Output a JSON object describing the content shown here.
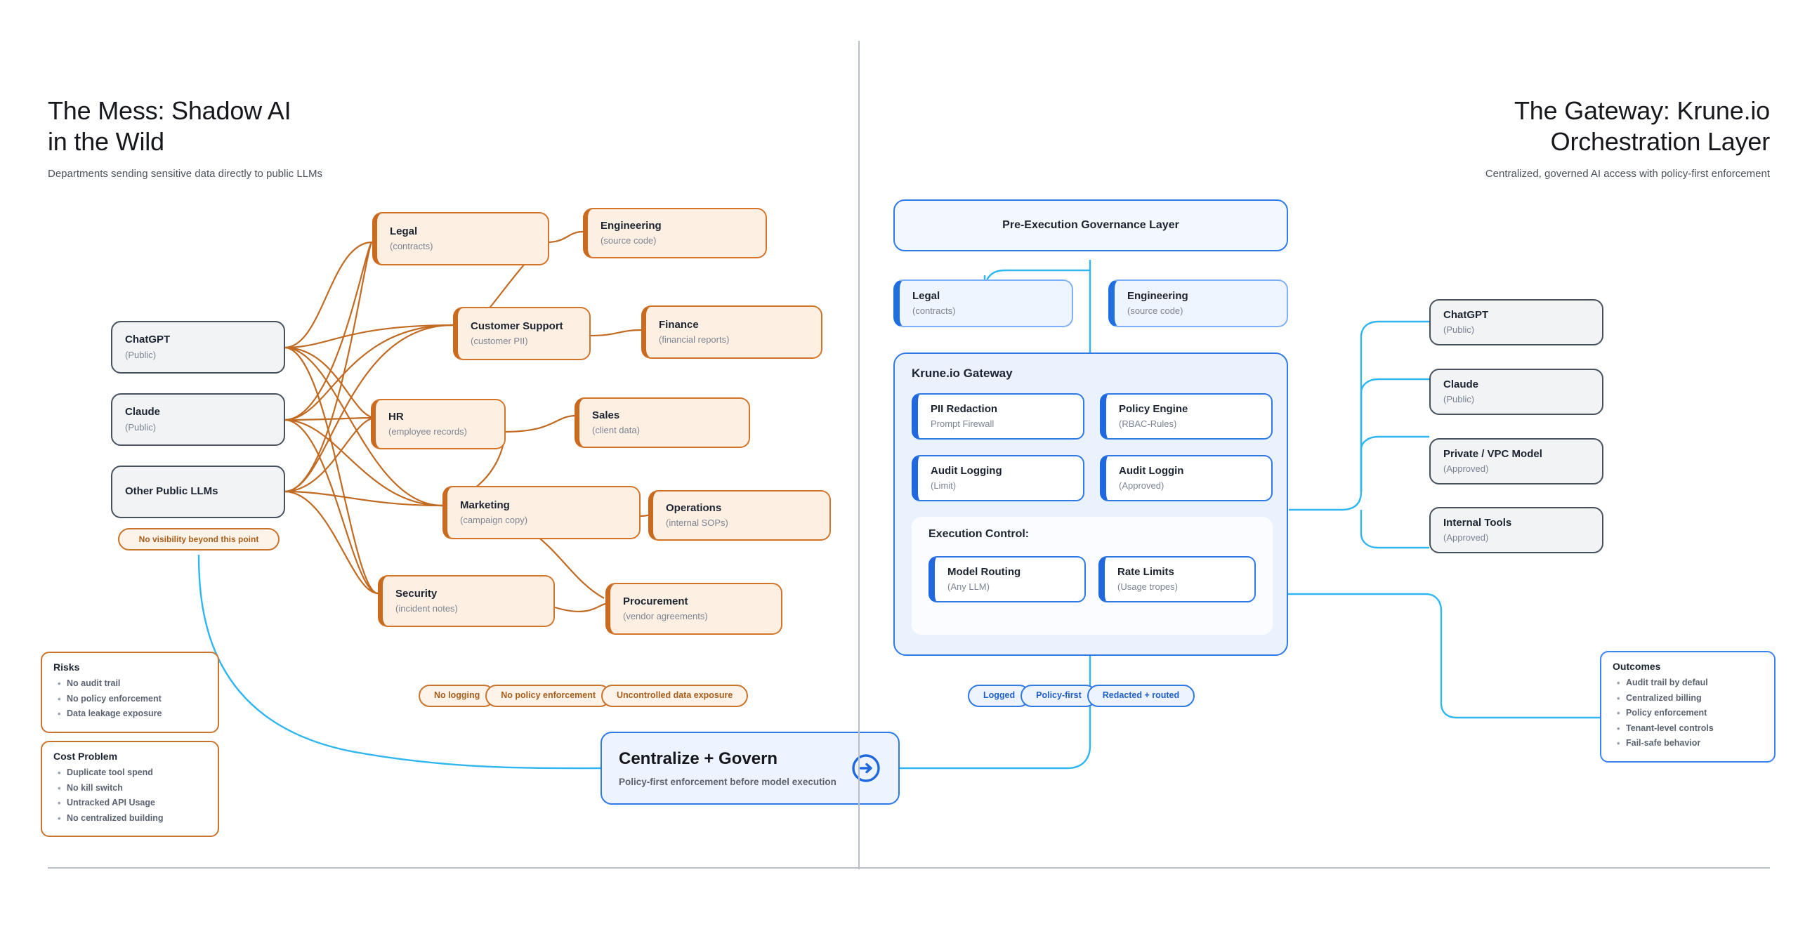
{
  "left": {
    "title": "The Mess: Shadow AI\nin the Wild",
    "subtitle": "Departments sending sensitive data directly to public LLMs",
    "llms": [
      {
        "name": "ChatGPT",
        "tag": "(Public)"
      },
      {
        "name": "Claude",
        "tag": "(Public)"
      },
      {
        "name": "Other Public LLMs",
        "tag": ""
      }
    ],
    "no_visibility_badge": "No visibility beyond this point",
    "departments": [
      {
        "name": "Legal",
        "tag": "(contracts)"
      },
      {
        "name": "Engineering",
        "tag": "(source code)"
      },
      {
        "name": "Customer Support",
        "tag": "(customer PII)"
      },
      {
        "name": "Finance",
        "tag": "(financial reports)"
      },
      {
        "name": "HR",
        "tag": "(employee records)"
      },
      {
        "name": "Sales",
        "tag": "(client data)"
      },
      {
        "name": "Marketing",
        "tag": "(campaign copy)"
      },
      {
        "name": "Operations",
        "tag": "(internal SOPs)"
      },
      {
        "name": "Security",
        "tag": "(incident notes)"
      },
      {
        "name": "Procurement",
        "tag": "(vendor agreements)"
      }
    ],
    "risks": {
      "heading": "Risks",
      "items": [
        "No audit trail",
        "No policy enforcement",
        "Data leakage exposure"
      ]
    },
    "cost": {
      "heading": "Cost Problem",
      "items": [
        "Duplicate tool spend",
        "No kill switch",
        "Untracked API Usage",
        "No centralized building"
      ]
    },
    "pills": [
      "No logging",
      "No policy enforcement",
      "Uncontrolled data exposure"
    ]
  },
  "cta": {
    "title": "Centralize + Govern",
    "subtitle": "Policy-first enforcement before model execution",
    "icon": "arrow-right-circle-icon"
  },
  "right": {
    "title": "The Gateway: Krune.io\nOrchestration Layer",
    "subtitle": "Centralized, governed AI access with policy-first enforcement",
    "governance_layer": "Pre-Execution Governance Layer",
    "departments": [
      {
        "name": "Legal",
        "tag": "(contracts)"
      },
      {
        "name": "Engineering",
        "tag": "(source code)"
      }
    ],
    "gateway": {
      "title": "Krune.io Gateway",
      "modules": [
        {
          "name": "PII Redaction",
          "tag": "Prompt Firewall"
        },
        {
          "name": "Policy Engine",
          "tag": "(RBAC-Rules)"
        },
        {
          "name": "Audit Logging",
          "tag": "(Limit)"
        },
        {
          "name": "Audit Loggin",
          "tag": "(Approved)"
        }
      ],
      "execution_control": {
        "title": "Execution Control:",
        "modules": [
          {
            "name": "Model Routing",
            "tag": "(Any LLM)"
          },
          {
            "name": "Rate Limits",
            "tag": "(Usage tropes)"
          }
        ]
      }
    },
    "models": [
      {
        "name": "ChatGPT",
        "tag": "(Public)"
      },
      {
        "name": "Claude",
        "tag": "(Public)"
      },
      {
        "name": "Private / VPC Model",
        "tag": "(Approved)"
      },
      {
        "name": "Internal Tools",
        "tag": "(Approved)"
      }
    ],
    "outcomes": {
      "heading": "Outcomes",
      "items": [
        "Audit trail by defaul",
        "Centralized billing",
        "Policy enforcement",
        "Tenant-level controls",
        "Fail-safe behavior"
      ]
    },
    "pills": [
      "Logged",
      "Policy-first",
      "Redacted + routed"
    ]
  },
  "colors": {
    "orange_border": "#c9742c",
    "orange_fill": "#fdf0e3",
    "blue_accent": "#2f7ae5",
    "cyan_wire": "#2eb6f0",
    "slate_border": "#48525f"
  }
}
